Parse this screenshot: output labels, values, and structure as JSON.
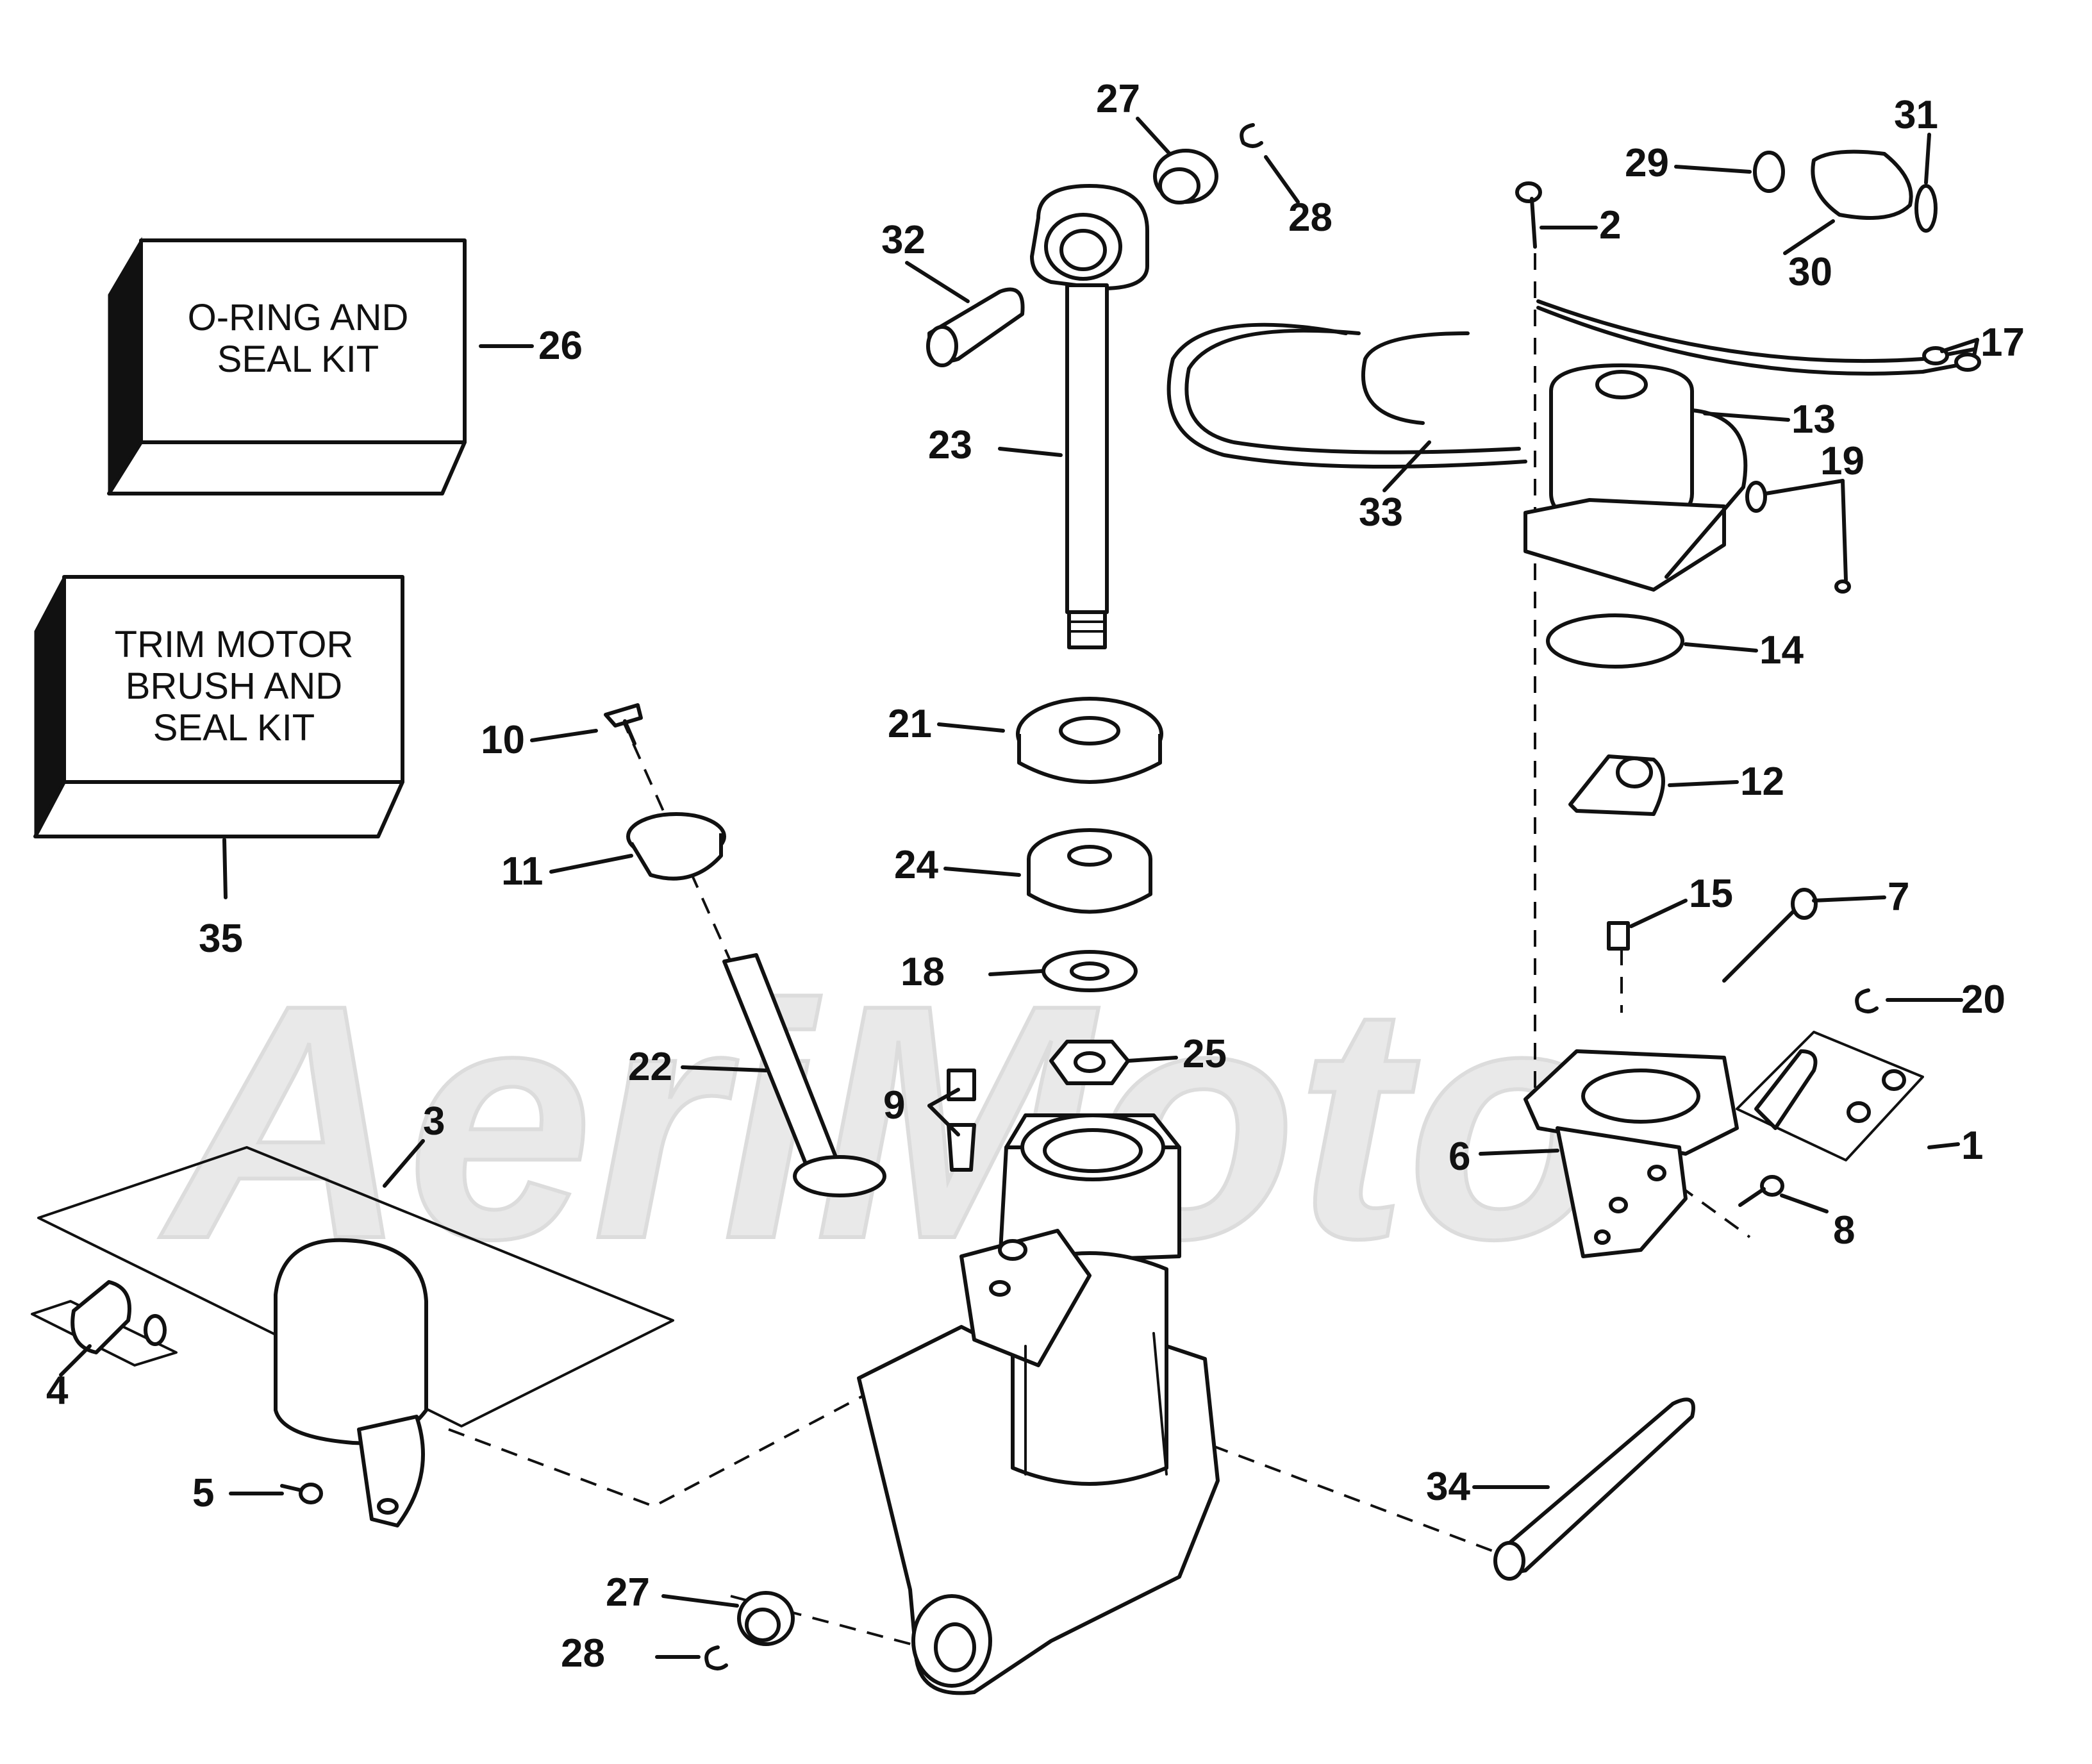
{
  "watermark": {
    "text": "AeriMoto"
  },
  "kits": [
    {
      "ref": "26",
      "lines": [
        "O-RING AND",
        "SEAL KIT"
      ]
    },
    {
      "ref": "35",
      "lines": [
        "TRIM MOTOR",
        "BRUSH AND",
        "SEAL KIT"
      ]
    }
  ],
  "callouts": [
    "1",
    "2",
    "3",
    "4",
    "5",
    "6",
    "7",
    "8",
    "9",
    "10",
    "11",
    "12",
    "13",
    "14",
    "15",
    "17",
    "18",
    "19",
    "20",
    "21",
    "22",
    "23",
    "24",
    "25",
    "26",
    "27",
    "27",
    "28",
    "28",
    "29",
    "30",
    "31",
    "32",
    "33",
    "34",
    "35"
  ]
}
